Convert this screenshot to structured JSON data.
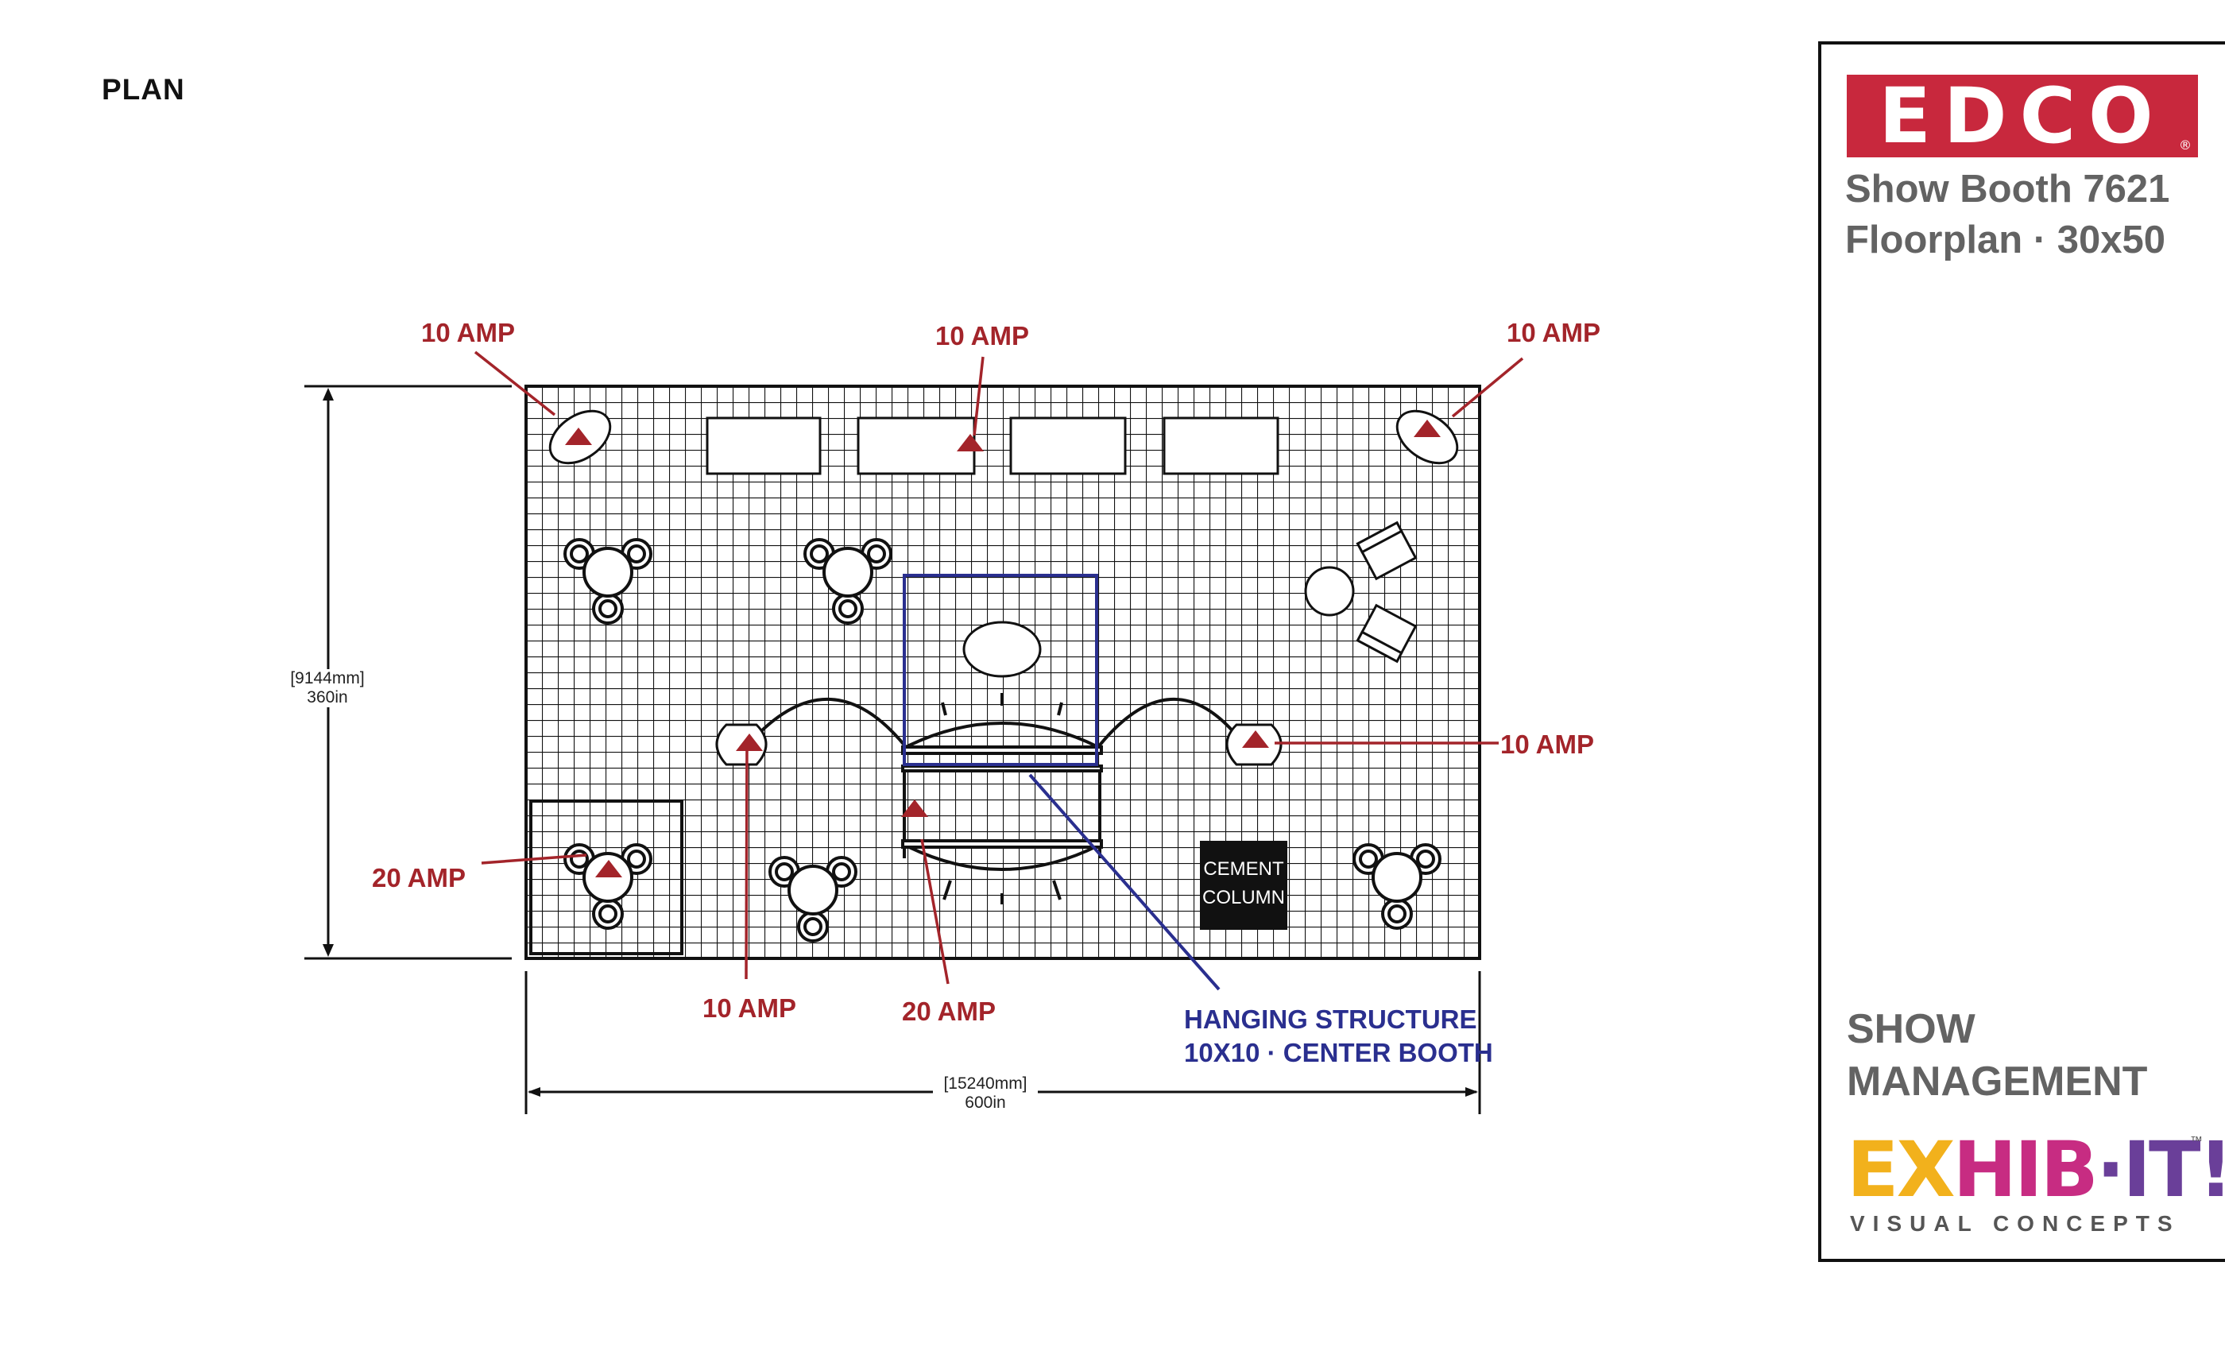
{
  "plan_label": "PLAN",
  "dimensions": {
    "height_mm": "[9144mm]",
    "height_in": "360in",
    "width_mm": "[15240mm]",
    "width_in": "600in"
  },
  "power_labels": {
    "top_left": "10 AMP",
    "top_center": "10 AMP",
    "top_right": "10 AMP",
    "right_mid": "10 AMP",
    "left_20": "20 AMP",
    "bottom_left": "10 AMP",
    "bottom_center": "20 AMP"
  },
  "hanging_structure": {
    "line1": "HANGING STRUCTURE",
    "line2": "10X10 · CENTER BOOTH"
  },
  "cement_column": {
    "line1": "CEMENT",
    "line2": "COLUMN"
  },
  "sidebar": {
    "brand": "EDCO",
    "brand_mark": "®",
    "booth_line1": "Show Booth 7621",
    "booth_line2": "Floorplan · 30x50",
    "mgmt_line1": "SHOW",
    "mgmt_line2": "MANAGEMENT",
    "exhibit_logo": {
      "ex": "EX",
      "hib": "HIB",
      "dot": "·",
      "it": "IT",
      "bang": "!",
      "tm": "™",
      "sub": "VISUAL CONCEPTS"
    }
  },
  "colors": {
    "power": "#a3242a",
    "hanging": "#2a2f8f",
    "brand_red": "#c8283d",
    "sidebar_text": "#636363",
    "exhibit_ex": "#f2b11c",
    "exhibit_hib": "#c72c82",
    "exhibit_it": "#6a3f99"
  }
}
